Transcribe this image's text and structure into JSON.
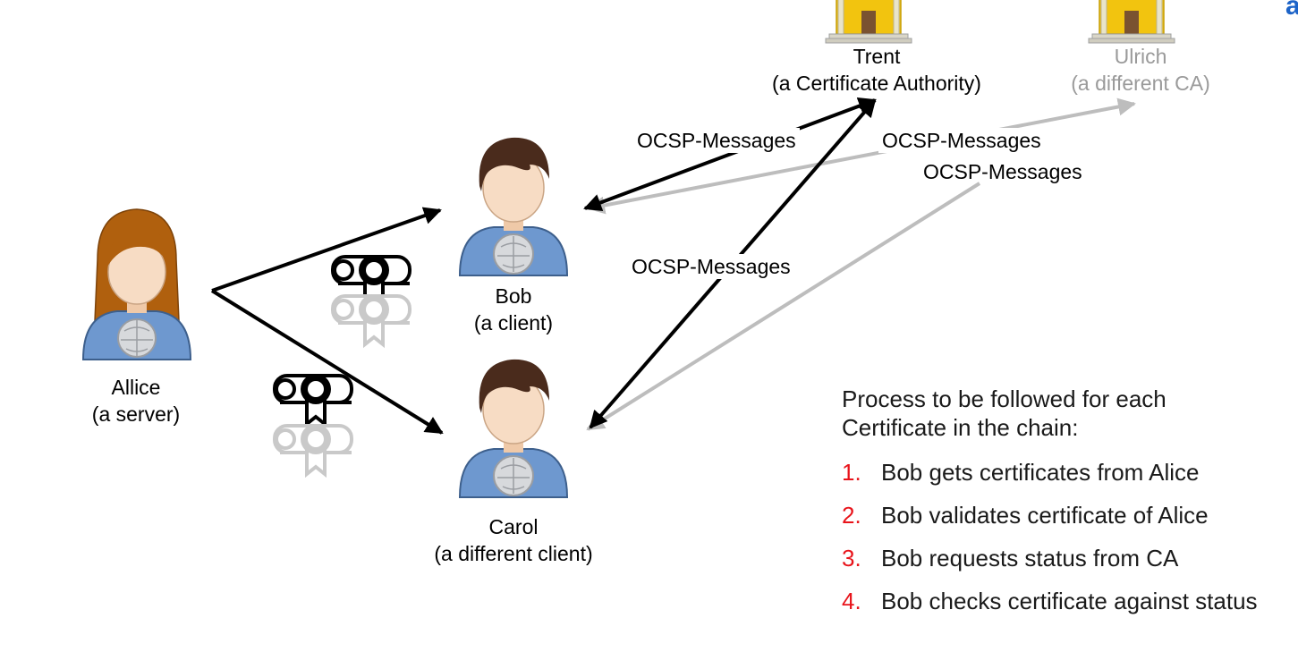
{
  "nodes": {
    "alice": {
      "name": "Allice",
      "role": "(a server)"
    },
    "bob": {
      "name": "Bob",
      "role": "(a client)"
    },
    "carol": {
      "name": "Carol",
      "role": "(a different client)"
    },
    "trent": {
      "name": "Trent",
      "role": "(a Certificate Authority)"
    },
    "ulrich": {
      "name": "Ulrich",
      "role": "(a different CA)"
    }
  },
  "messages": {
    "bob_trent": "OCSP-Messages",
    "bob_ulrich": "OCSP-Messages",
    "carol_ulrich": "OCSP-Messages",
    "carol_trent": "OCSP-Messages"
  },
  "process": {
    "title": "Process to be followed for each Certificate in the chain:",
    "steps": [
      {
        "num": "1.",
        "text": "Bob gets certificates from Alice"
      },
      {
        "num": "2.",
        "text": "Bob validates certificate of Alice"
      },
      {
        "num": "3.",
        "text": "Bob requests status from CA"
      },
      {
        "num": "4.",
        "text": "Bob checks certificate against status"
      }
    ]
  },
  "corner_mark": "a",
  "colors": {
    "primary_arrow": "#000000",
    "secondary_arrow": "#bdbdbd",
    "step_number": "#e8141b",
    "shirt": "#6e98cf",
    "skin": "#f7dcc4",
    "male_hair": "#4a2b1c",
    "female_hair": "#b0600e",
    "building_roof": "#f2c40f",
    "building_wall": "#e9e4c8"
  },
  "icons": {
    "person": "user-avatar-icon",
    "ca": "bank-building-icon",
    "certificate": "certificate-scroll-icon"
  }
}
